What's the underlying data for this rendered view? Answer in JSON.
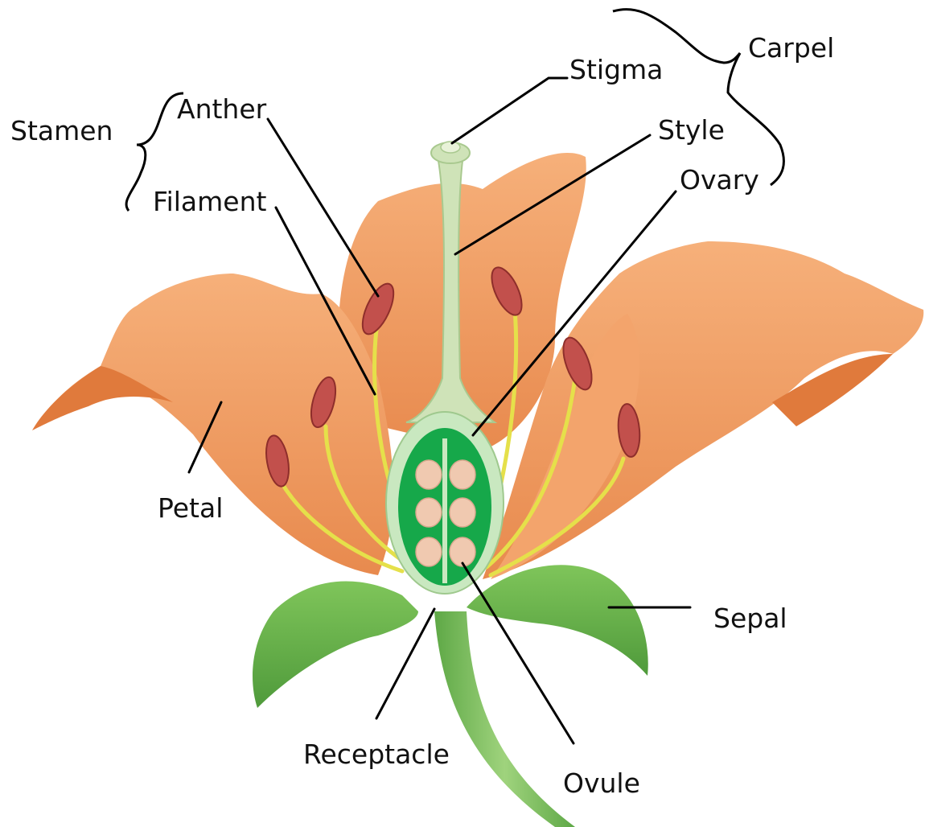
{
  "labels": {
    "stamen": "Stamen",
    "anther": "Anther",
    "filament": "Filament",
    "petal": "Petal",
    "stigma": "Stigma",
    "carpel": "Carpel",
    "style": "Style",
    "ovary": "Ovary",
    "sepal": "Sepal",
    "receptacle": "Receptacle",
    "ovule": "Ovule"
  },
  "colors": {
    "petal": "#f2a066",
    "petal_dark": "#e07a3c",
    "sepal": "#6bb04a",
    "stem": "#7cbf5a",
    "style": "#cfe3b8",
    "ovary_wall": "#c9e8c0",
    "ovary_inside": "#16a84a",
    "ovule": "#f0c9b0",
    "anther": "#c2504c",
    "filament": "#e5e04a",
    "leader_line": "#000000"
  }
}
